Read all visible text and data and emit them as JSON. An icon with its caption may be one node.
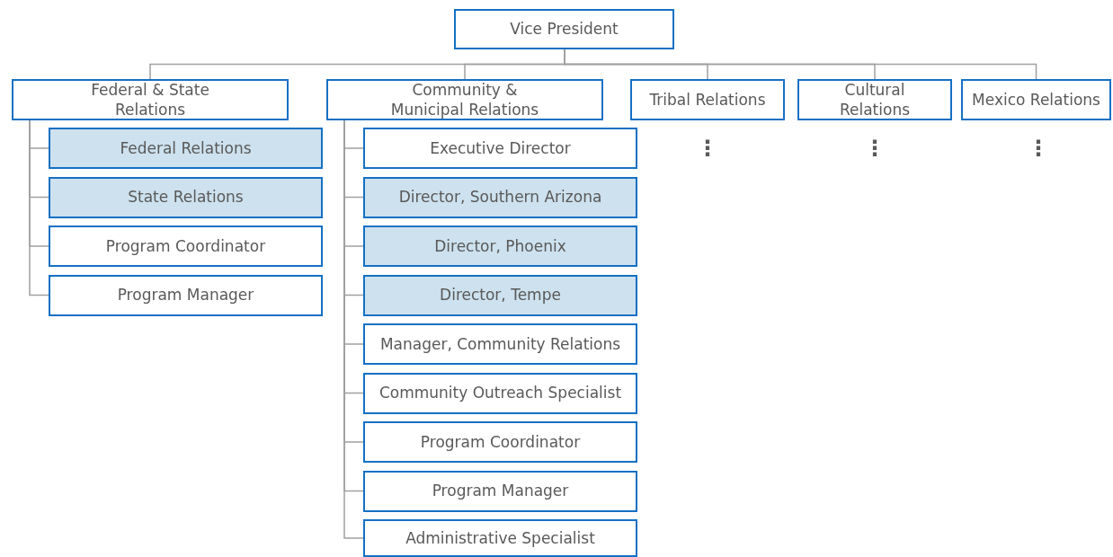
{
  "diagram": {
    "nodes": [
      {
        "text": [
          "Vice President"
        ]
      },
      {
        "text": [
          "Federal & State Relations"
        ]
      },
      {
        "text": [
          "Community & Municipal Relations"
        ]
      },
      {
        "text": [
          "Tribal Relations"
        ]
      },
      {
        "text": [
          "Cultural Relations"
        ]
      },
      {
        "text": [
          "Mexico Relations"
        ]
      },
      {
        "text": [
          "Federal Relations"
        ]
      },
      {
        "text": [
          "State Relations"
        ]
      },
      {
        "text": [
          "Program Coordinator"
        ]
      },
      {
        "text": [
          "Program Manager"
        ]
      },
      {
        "text": [
          "Executive Director"
        ]
      },
      {
        "text": [
          "Director, Southern Arizona"
        ]
      },
      {
        "text": [
          "Director, Phoenix"
        ]
      },
      {
        "text": [
          "Director, Tempe"
        ]
      },
      {
        "text": [
          "Manager, Community Relations"
        ]
      },
      {
        "text": [
          "Community Outreach Specialist"
        ]
      },
      {
        "text": [
          "Program Coordinator"
        ]
      },
      {
        "text": [
          "Program Manager"
        ]
      },
      {
        "text": [
          "Administrative Specialist"
        ]
      }
    ],
    "edges": [
      {
        "from": 0,
        "to": 1,
        "arrow": "none"
      },
      {
        "from": 0,
        "to": 2,
        "arrow": "none"
      },
      {
        "from": 0,
        "to": 3,
        "arrow": "none"
      },
      {
        "from": 0,
        "to": 4,
        "arrow": "none"
      },
      {
        "from": 0,
        "to": 5,
        "arrow": "none"
      },
      {
        "from": 1,
        "to": 6,
        "arrow": "none"
      },
      {
        "from": 1,
        "to": 7,
        "arrow": "none"
      },
      {
        "from": 1,
        "to": 8,
        "arrow": "none"
      },
      {
        "from": 1,
        "to": 9,
        "arrow": "none"
      },
      {
        "from": 2,
        "to": 10,
        "arrow": "none"
      },
      {
        "from": 2,
        "to": 11,
        "arrow": "none"
      },
      {
        "from": 2,
        "to": 12,
        "arrow": "none"
      },
      {
        "from": 2,
        "to": 13,
        "arrow": "none"
      },
      {
        "from": 2,
        "to": 14,
        "arrow": "none"
      },
      {
        "from": 2,
        "to": 15,
        "arrow": "none"
      },
      {
        "from": 2,
        "to": 16,
        "arrow": "none"
      },
      {
        "from": 2,
        "to": 17,
        "arrow": "none"
      },
      {
        "from": 2,
        "to": 18,
        "arrow": "none"
      }
    ],
    "labels": [
      "⋮",
      "⋮",
      "⋮"
    ]
  }
}
